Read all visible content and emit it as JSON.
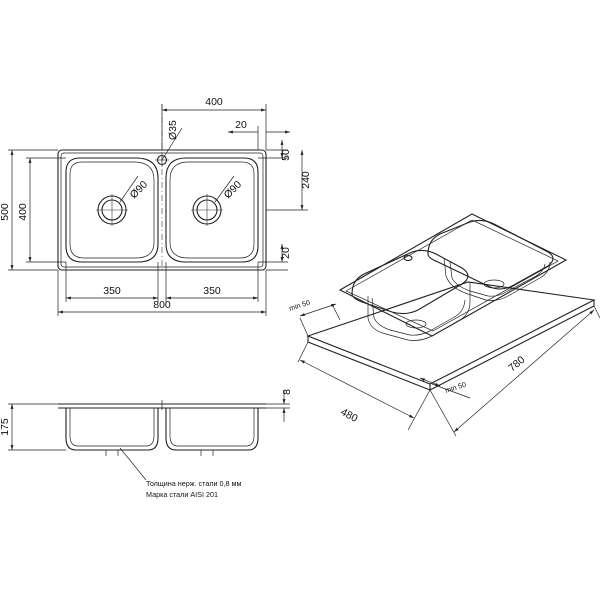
{
  "top_view": {
    "dim_width_total": "400",
    "dim_hole_diameter": "Ø35",
    "dim_right_offset": "20",
    "dim_top_offset": "50",
    "dim_bowl_depth_right": "240",
    "dim_bottom_offset": "20",
    "dim_overall_height": "500",
    "dim_bowl_height": "400",
    "dim_drain_left": "Ø90",
    "dim_drain_right": "Ø90",
    "dim_bowl_width_left": "350",
    "dim_bowl_width_right": "350",
    "dim_overall_width": "800"
  },
  "side_view": {
    "dim_depth": "175",
    "dim_rim": "8",
    "note_line1": "Толщина нерж. стали 0,8 мм",
    "note_line2": "Марка стали AISI 201"
  },
  "iso_view": {
    "dim_min_left": "min 50",
    "dim_min_bottom": "min 50",
    "dim_cutout_depth": "480",
    "dim_cutout_length": "780"
  }
}
